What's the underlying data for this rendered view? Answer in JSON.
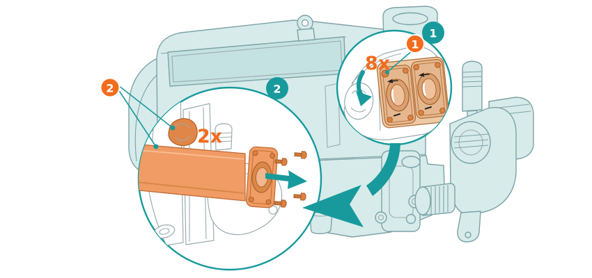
{
  "colors": {
    "background": "#ffffff",
    "teal_accent": "#189a9c",
    "engine_fill": "#d7ebeb",
    "engine_shade": "#c5e2e2",
    "engine_outline": "#7da2a5",
    "orange_accent": "#f26c1d",
    "part_orange": "#f09c64",
    "part_orange_outline": "#c06c35",
    "plate_tan": "#e5b78e",
    "plate_outline": "#b06a32",
    "bolt_orange": "#dd8142"
  },
  "callouts": {
    "step1": {
      "step_badge": "1",
      "part_badge": "1",
      "quantity": "8x"
    },
    "step2": {
      "step_badge": "2",
      "part_badge": "2",
      "quantity": "2x"
    }
  }
}
